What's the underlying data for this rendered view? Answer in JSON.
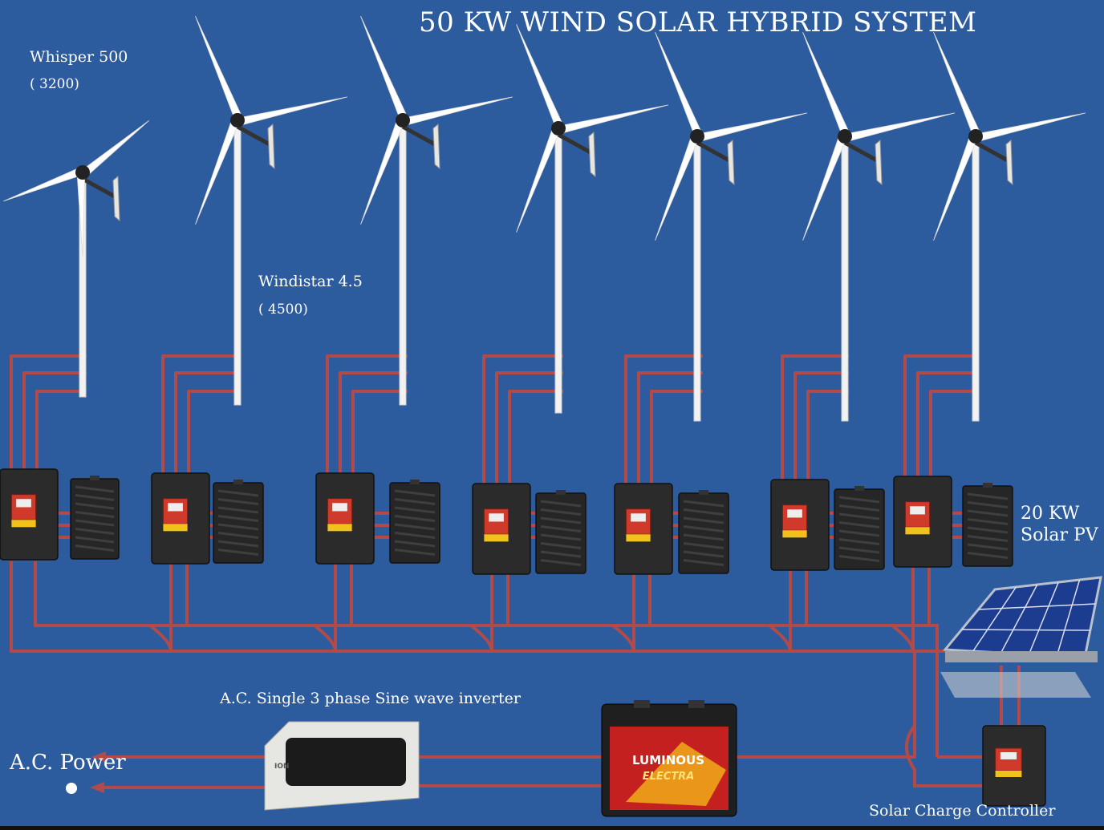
{
  "title": "50 KW WIND SOLAR HYBRID SYSTEM",
  "turbines": [
    {
      "model": "Whisper 500",
      "rating": "( 3200)"
    },
    {
      "model": "Windistar 4.5",
      "rating": "( 4500)"
    }
  ],
  "solar": {
    "line1": "20 KW",
    "line2": "Solar PV"
  },
  "inverter": {
    "label": "A.C. Single 3 phase Sine wave inverter",
    "brand": "ION"
  },
  "battery": {
    "brand": "LUMINOUS",
    "model": "ELECTRA"
  },
  "charge_controller": {
    "label": "Solar Charge Controller"
  },
  "output": {
    "label": "A.C. Power"
  },
  "colors": {
    "background": "#2d5c9e",
    "cable": "#b24a4a",
    "blade": "#ffffff",
    "unit": "#2b2b2b",
    "display": "#d03a2a"
  }
}
